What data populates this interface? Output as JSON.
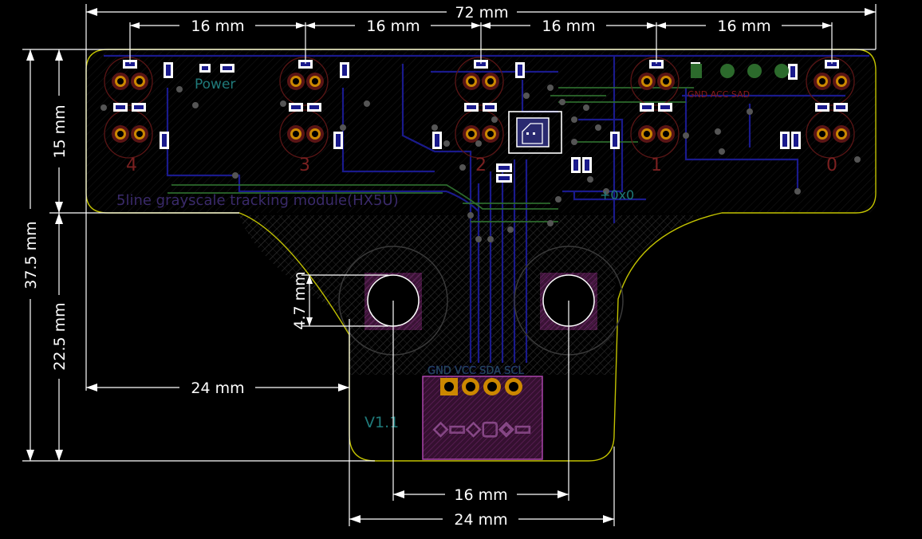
{
  "dimensions": {
    "overall_width": "72 mm",
    "pitch_1": "16 mm",
    "pitch_2": "16 mm",
    "pitch_3": "16 mm",
    "pitch_4": "16 mm",
    "total_height": "37.5 mm",
    "top_section": "15 mm",
    "bottom_section": "22.5 mm",
    "hole_diameter": "4.7 mm",
    "hole_offset": "24 mm",
    "hole_pitch": "16 mm",
    "tail_width": "24 mm"
  },
  "silkscreen": {
    "power_label": "Power",
    "board_title": "5line grayscale tracking module(HX5U)",
    "sensor_labels": [
      "4",
      "3",
      "2",
      "1",
      "0"
    ],
    "header_pins": "GND VCC SDA SCL",
    "header_pins_top": "GND ACC SAD",
    "version": "V1.1",
    "address": "+0x0"
  },
  "colors": {
    "background": "#000000",
    "dimension": "#ffffff",
    "outline": "#c2c200",
    "hatch": "#3a3a3a",
    "pad_ring": "#8a1a1a",
    "pad_fill": "#cc8800",
    "keepout": "#7a2a7a",
    "back_copper": "#1a1a8c",
    "front_copper": "#2c6a2c",
    "silkscreen": "#1f7a7a"
  }
}
